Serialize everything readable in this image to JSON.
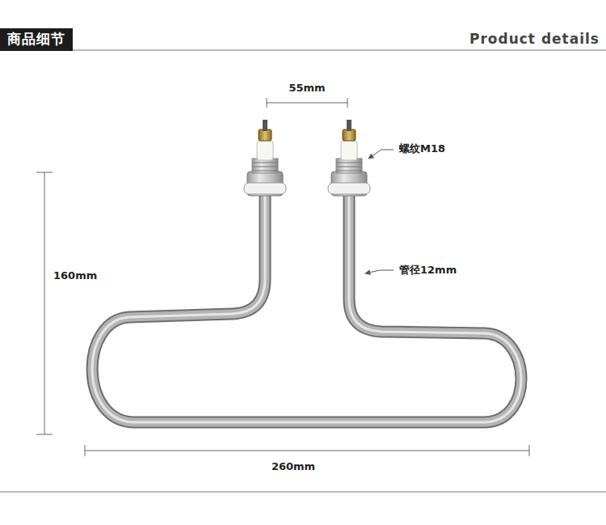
{
  "diagram": {
    "nodes": [
      {
        "text": [
          "商品细节"
        ]
      }
    ],
    "labels": [
      "Product details",
      "55mm",
      "螺纹M18",
      "160mm",
      "管径12mm",
      "260mm"
    ]
  }
}
